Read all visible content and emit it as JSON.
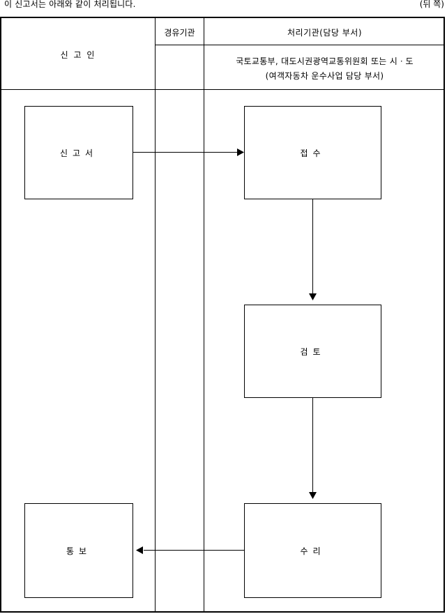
{
  "header": {
    "intro": "이 신고서는 아래와 같이 처리됩니다.",
    "page_mark": "(뒤 쪽)"
  },
  "columns": {
    "applicant": "신 고 인",
    "via_agency": "경유기관",
    "processing_agency": "처리기관(담당 부서)",
    "processing_agency_line1": "국토교통부, 대도시권광역교통위원회 또는 시ㆍ도",
    "processing_agency_line2": "(여객자동차 운수사업 담당 부서)"
  },
  "flow": {
    "report": "신고서",
    "receipt": "접수",
    "review": "검토",
    "acceptance": "수리",
    "notice": "통보"
  }
}
